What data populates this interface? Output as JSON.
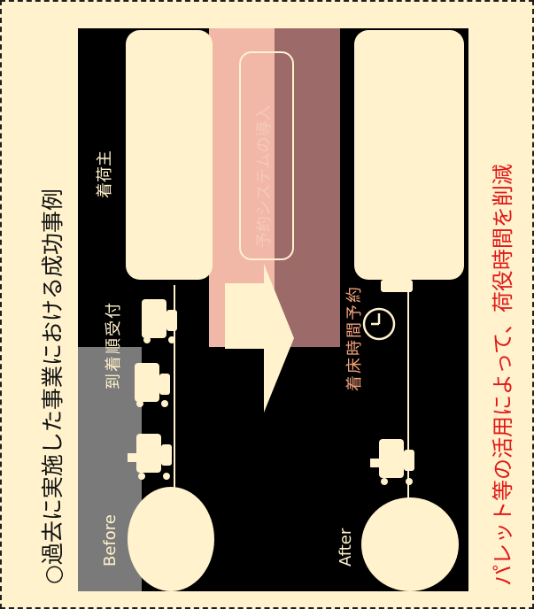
{
  "heading": "○過去に実施した事業における成功事例",
  "before_label": "Before",
  "after_label": "After",
  "shipper_label": "着荷主",
  "arrival_order_label": "到着順受付",
  "berth_booking_label": "着床時間予約",
  "system_intro_label": "予約システムの導入",
  "result_text": "パレット等の活用によって、荷役時間を削減",
  "colors": {
    "background": "#fff2cc",
    "panel": "#000000",
    "cream": "#fff2cc",
    "pink": "#f1b8a8",
    "mauve": "#9c6a68",
    "gray": "#7a7a7a",
    "red_text": "#e01818",
    "berth_text": "#f4a27c"
  },
  "icons": [
    "truck-icon",
    "clock-icon",
    "arrow-right-icon"
  ]
}
